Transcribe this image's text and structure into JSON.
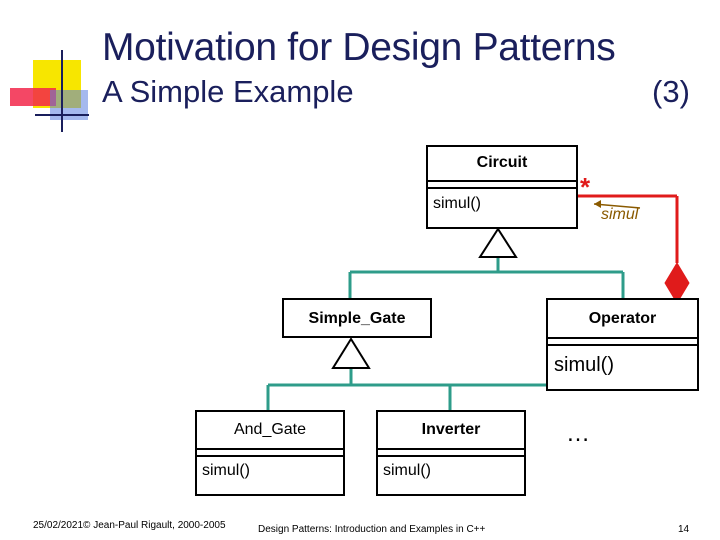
{
  "slide": {
    "title_line1": "Motivation for Design Patterns",
    "title_line2": "A Simple Example",
    "slide_part": "(3)"
  },
  "diagram": {
    "circuit": {
      "name": "Circuit",
      "operation": "simul()"
    },
    "simple_gate": {
      "name": "Simple_Gate"
    },
    "operator": {
      "name": "Operator",
      "operation": "simul()"
    },
    "and_gate": {
      "name": "And_Gate",
      "operation": "simul()"
    },
    "inverter": {
      "name": "Inverter",
      "operation": "simul()"
    },
    "more": "…",
    "association": {
      "multiplicity": "*",
      "role": "simul"
    },
    "colors": {
      "inheritance": "#2e9c8a",
      "aggregation": "#e01b1b",
      "role": "#8a5a00"
    }
  },
  "footer": {
    "date_author": "25/02/2021© Jean-Paul Rigault, 2000-2005",
    "course_title": "Design Patterns: Introduction and Examples in C++",
    "page_number": "14"
  }
}
